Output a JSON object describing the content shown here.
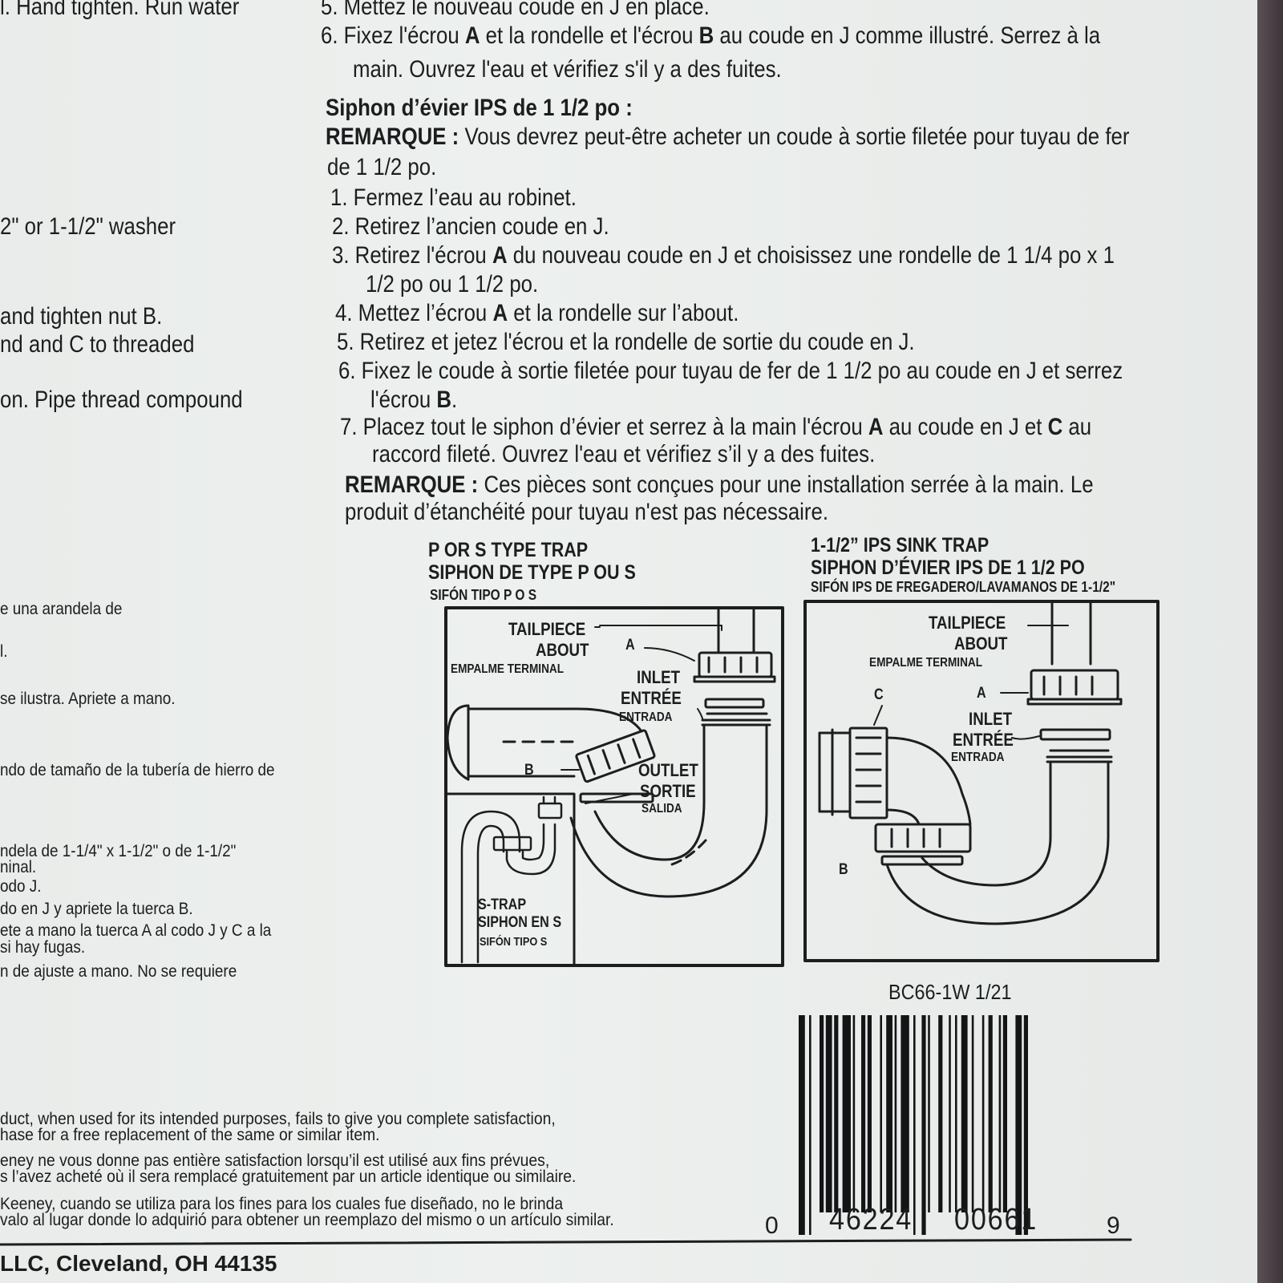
{
  "left_column": {
    "lines": [
      "l. Hand tighten. Run water",
      "2\" or 1-1/2\" washer",
      "and tighten nut B.",
      "nd and C to threaded",
      "on.  Pipe thread compound"
    ],
    "spanish_lines": [
      "e una arandela de",
      "l.",
      "se ilustra. Apriete a mano.",
      "ndo de tamaño de la tubería de hierro de",
      "ndela de 1-1/4\" x 1-1/2\" o de 1-1/2\"",
      "ninal.",
      "odo J.",
      "do en J y apriete la tuerca B.",
      "ete a mano la tuerca A al codo J y C a la",
      "si hay fugas.",
      "n de ajuste a mano.  No se requiere"
    ]
  },
  "french": {
    "step5_top": "5. Mettez le nouveau coude en J en place.",
    "step6_top_a": "6. Fixez l'écrou ",
    "step6_top_A": "A",
    "step6_top_b": " et la rondelle et l'écrou ",
    "step6_top_B": "B",
    "step6_top_c": " au coude en J comme illustré. Serrez à la",
    "step6_top_line2": "main. Ouvrez l'eau et vérifiez s'il y a des fuites.",
    "section_heading": "Siphon d’évier IPS de 1 1/2 po :",
    "note_label": "REMARQUE :",
    "note_text": " Vous devrez peut-être acheter un coude à sortie filetée pour tuyau de fer",
    "note_text2": "de 1 1/2 po.",
    "s1": "1. Fermez l’eau au robinet.",
    "s2": "2. Retirez l’ancien coude en J.",
    "s3a": "3. Retirez l'écrou ",
    "s3A": "A",
    "s3b": " du nouveau coude en J et choisissez une rondelle de 1 1/4 po x 1",
    "s3_line2": "1/2 po ou 1 1/2 po.",
    "s4a": "4. Mettez l’écrou ",
    "s4A": "A",
    "s4b": " et la rondelle sur l’about.",
    "s5": "5. Retirez et jetez l'écrou et la rondelle de sortie du coude en J.",
    "s6": "6. Fixez le coude à sortie filetée pour tuyau de fer de 1 1/2 po au coude en J et serrez",
    "s6_line2a": "l'écrou ",
    "s6_line2B": "B",
    "s6_line2b": ".",
    "s7a": "7. Placez tout le siphon d’évier et serrez à la main l'écrou ",
    "s7A": "A",
    "s7b": " au coude en J et ",
    "s7C": "C",
    "s7c": " au",
    "s7_line2": "raccord fileté. Ouvrez l'eau et vérifiez s’il y a des fuites.",
    "note2_label": "REMARQUE :",
    "note2_text": " Ces pièces sont conçues pour une installation serrée à la main. Le",
    "note2_line2": "produit d’étanchéité pour tuyau n'est pas nécessaire."
  },
  "diagram_left": {
    "title_en": "P OR S TYPE TRAP",
    "title_fr": "SIPHON DE TYPE P OU S",
    "title_es": "SIFÓN TIPO P O S",
    "tailpiece": "TAILPIECE",
    "about": "ABOUT",
    "empalme": "EMPALME TERMINAL",
    "label_a": "A",
    "inlet": "INLET",
    "entree": "ENTRÉE",
    "entrada": "ENTRADA",
    "label_b": "B",
    "outlet": "OUTLET",
    "sortie": "SORTIE",
    "salida": "SALIDA",
    "strap_en": "S-TRAP",
    "strap_fr": "SIPHON EN S",
    "strap_es": "SIFÓN TIPO S"
  },
  "diagram_right": {
    "title_en": "1-1/2” IPS SINK TRAP",
    "title_fr": "SIPHON D’ÉVIER IPS DE 1 1/2 PO",
    "title_es": "SIFÓN IPS DE FREGADERO/LAVAMANOS DE 1-1/2\"",
    "tailpiece": "TAILPIECE",
    "about": "ABOUT",
    "empalme": "EMPALME TERMINAL",
    "label_c": "C",
    "label_a": "A",
    "inlet": "INLET",
    "entree": "ENTRÉE",
    "entrada": "ENTRADA",
    "label_b": "B"
  },
  "product_code": "BC66-1W  1/21",
  "barcode": {
    "digit_left": "0",
    "digits_mid1": "46224",
    "digits_mid2": "00661",
    "digit_right": "9"
  },
  "warranty": [
    "duct, when used for its intended purposes, fails to give you complete satisfaction,",
    "hase for a free replacement of the same or similar item.",
    "eney ne vous donne pas entière satisfaction lorsqu’il est utilisé aux fins prévues,",
    "s l’avez acheté où il sera remplacé gratuitement par un article identique ou similaire.",
    "Keeney, cuando se utiliza para los fines para los cuales fue diseñado, no le brinda",
    "valo al lugar donde lo adquirió para obtener un reemplazo del mismo o un artículo similar."
  ],
  "footer_address": "LLC, Cleveland, OH 44135"
}
